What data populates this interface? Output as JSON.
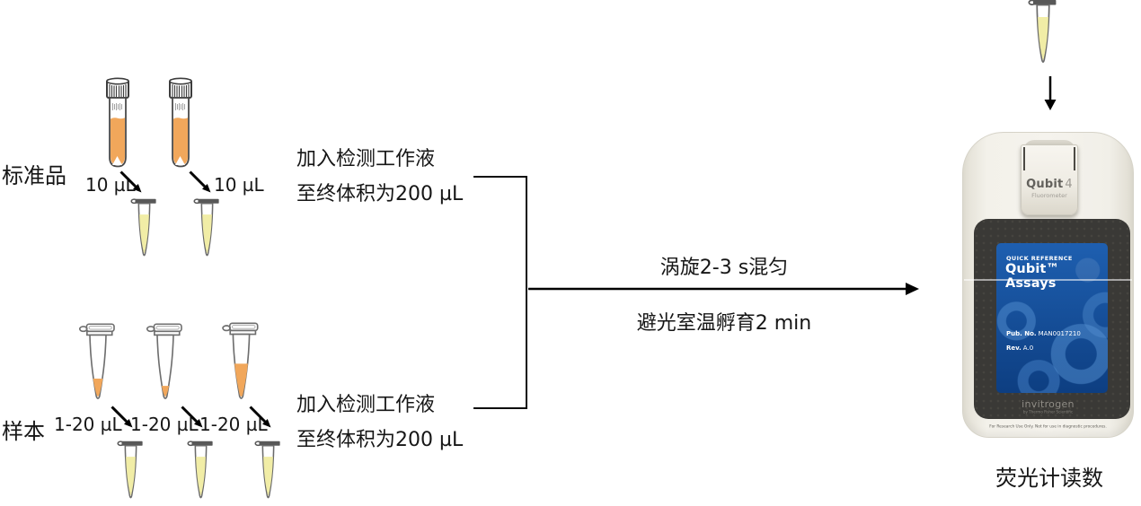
{
  "labels": {
    "standards": "标准品",
    "samples": "样本",
    "standard_volume": "10 µL",
    "sample_volume": "1-20 µL",
    "add_line1": "加入检测工作液",
    "add_line2": "至终体积为200 µL",
    "vortex": "涡旋2-3 s混匀",
    "incubate": "避光室温孵育2 min",
    "reading": "荧光计读数"
  },
  "device": {
    "lid_title": "Qubit",
    "lid_model": "4",
    "lid_subtitle": "Fluorometer",
    "screen": {
      "eyebrow": "QUICK REFERENCE",
      "title": "Qubit™ Assays",
      "pub_label": "Pub. No.",
      "pub_value": "MAN0017210",
      "rev_label": "Rev.",
      "rev_value": "A.0"
    },
    "brand": "invitrogen",
    "brand_sub": "by Thermo Fisher Scientific",
    "disclaimer": "For Research Use Only. Not for use in diagnostic procedures."
  },
  "colors": {
    "standard_liquid": "#F1A75B",
    "assay_liquid": "#F1EDA6",
    "screen_blue_top": "#1E5FB0",
    "screen_blue_bottom": "#0D3E81"
  }
}
